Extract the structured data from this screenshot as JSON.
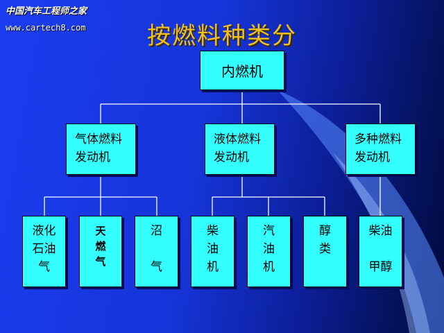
{
  "watermark": {
    "chinese": "中国汽车工程师之家",
    "url": "www.cartech8.com"
  },
  "title": "按燃料种类分",
  "root": "内燃机",
  "categories": [
    {
      "label": "气体燃料\n发动机",
      "children": [
        "液化\n石油\n气",
        "天\n燃\n气",
        "沼\n\n气"
      ]
    },
    {
      "label": "液体燃料\n发动机",
      "children": [
        "柴\n油\n机",
        "汽\n油\n机",
        "醇\n类"
      ]
    },
    {
      "label": "多种燃料\n发动机",
      "children": [
        "柴油\n\n甲醇"
      ]
    }
  ],
  "colors": {
    "box": "#33ffff",
    "title": "#f0c020",
    "line": "#ffffff"
  }
}
